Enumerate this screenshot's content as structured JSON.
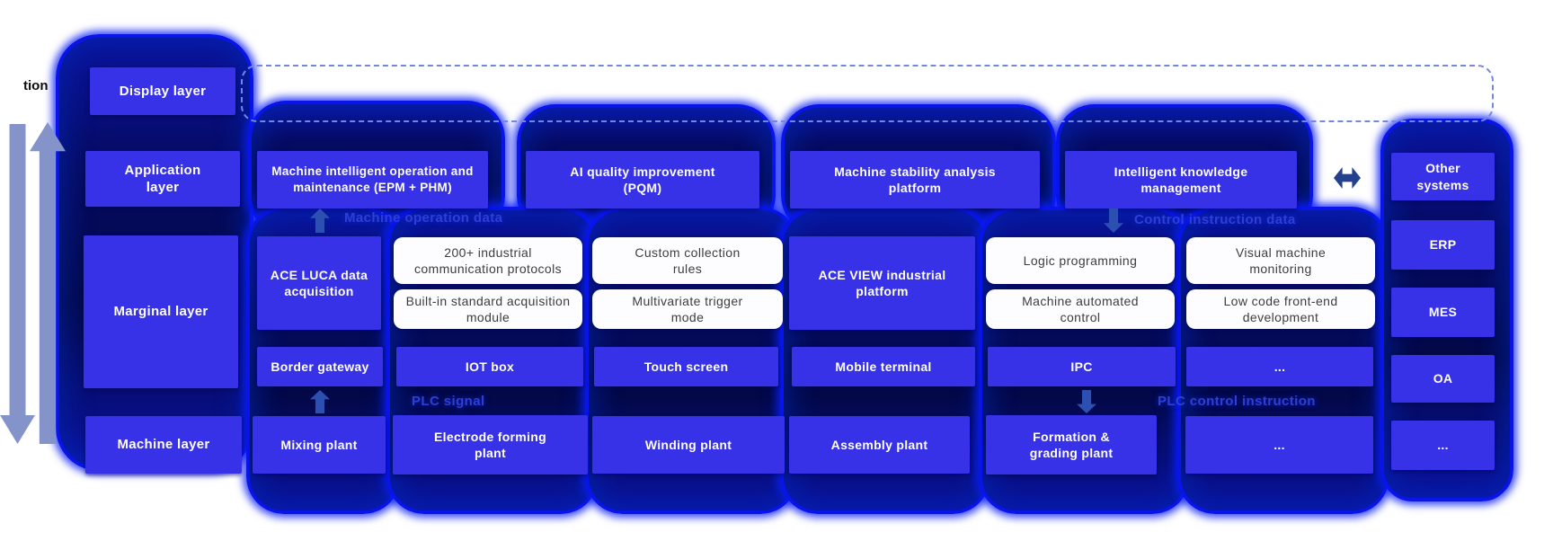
{
  "colors": {
    "box_blue": "#3732e8",
    "glow_ring_blue": "#0814e8",
    "glow_navy_fill": "#050b62",
    "flow_label_blue": "#2e3fd6",
    "side_arrow_blue_gray": "#8494cb",
    "dashed_line_blue": "#7288e0",
    "white_box_bg": "#fdfdff",
    "white_box_text": "#3d3d3d"
  },
  "icons": {
    "left_down_arrow": "long-down-arrow-icon",
    "left_up_arrow": "long-up-arrow-icon",
    "band_arrows": "flow-direction-arrow-icon",
    "exchange_arrow": "double-headed-arrow-icon"
  },
  "cutoff_text": "tion",
  "layer_labels": {
    "display": "Display layer",
    "application": "Application layer",
    "marginal": "Marginal layer",
    "machine": "Machine layer"
  },
  "application_row": {
    "epm": "Machine intelligent operation and maintenance (EPM + PHM)",
    "pqm": "AI quality improvement (PQM)",
    "stability": "Machine stability analysis platform",
    "knowledge": "Intelligent knowledge management"
  },
  "flow_labels": {
    "machine_operation_data": "Machine operation data",
    "control_instruction_data": "Control instruction data",
    "plc_signal": "PLC signal",
    "plc_control_instruction": "PLC control instruction"
  },
  "marginal_row": {
    "ace_luca": "ACE LUCA data acquisition",
    "protocols": "200+ industrial communication protocols",
    "builtin_module": "Built-in standard acquisition module",
    "custom_rules": "Custom collection rules",
    "multivariate": "Multivariate trigger mode",
    "ace_view": "ACE VIEW industrial platform",
    "logic_programming": "Logic programming",
    "auto_control": "Machine automated control",
    "visual_monitoring": "Visual machine monitoring",
    "low_code": "Low code front-end development"
  },
  "device_row": {
    "border_gateway": "Border gateway",
    "iot_box": "IOT box",
    "touch_screen": "Touch screen",
    "mobile_terminal": "Mobile terminal",
    "ipc": "IPC",
    "more": "..."
  },
  "machine_row": {
    "mixing": "Mixing plant",
    "electrode": "Electrode forming plant",
    "winding": "Winding plant",
    "assembly": "Assembly plant",
    "formation": "Formation & grading plant",
    "more": "..."
  },
  "right_column": {
    "other_systems": "Other systems",
    "erp": "ERP",
    "mes": "MES",
    "oa": "OA",
    "more": "..."
  }
}
